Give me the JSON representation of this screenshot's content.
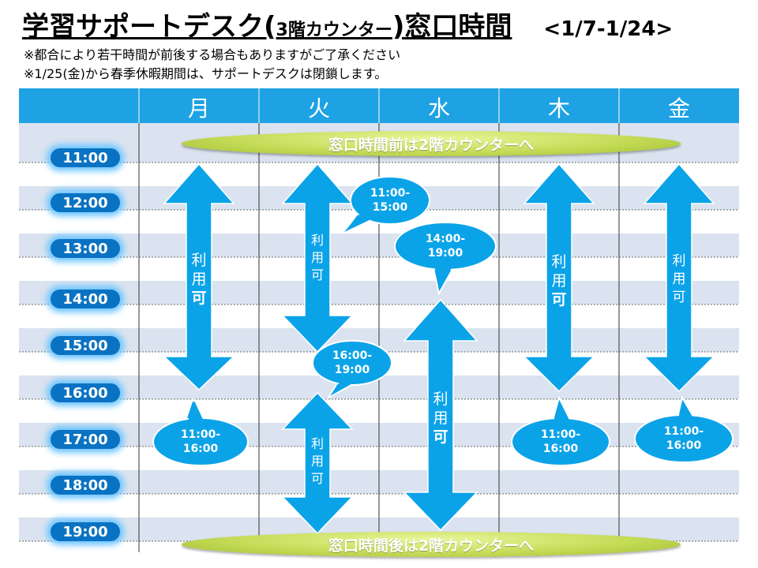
{
  "title": {
    "main": "学習サポートデスク(",
    "floor": "3階カウンター",
    "main_end": ")窓口時間",
    "range": "<1/7-1/24>"
  },
  "notes": [
    "※都合により若干時間が前後する場合もありますがご了承ください",
    "※1/25(金)から春季休暇期間は、サポートデスクは閉鎖します。"
  ],
  "days": [
    "月",
    "火",
    "水",
    "木",
    "金"
  ],
  "times": [
    "11:00",
    "12:00",
    "13:00",
    "14:00",
    "15:00",
    "16:00",
    "17:00",
    "18:00",
    "19:00"
  ],
  "banners": {
    "before": "窓口時間前は2階カウンターへ",
    "after": "窓口時間後は2階カウンターへ"
  },
  "available": {
    "mon": [
      "利",
      "用",
      "可"
    ],
    "tue_am": [
      "利",
      "用",
      "可"
    ],
    "tue_pm": [
      "利",
      "用",
      "可"
    ],
    "wed": [
      "利",
      "用",
      "可"
    ],
    "thu": [
      "利",
      "用",
      "可"
    ],
    "fri": [
      "利",
      "用",
      "可"
    ]
  },
  "bubbles": {
    "mon": [
      "11:00-",
      "16:00"
    ],
    "tue_am": [
      "11:00-",
      "15:00"
    ],
    "tue_pm": [
      "16:00-",
      "19:00"
    ],
    "wed": [
      "14:00-",
      "19:00"
    ],
    "thu": [
      "11:00-",
      "16:00"
    ],
    "fri": [
      "11:00-",
      "16:00"
    ]
  },
  "colors": {
    "header": "#1ea2e3",
    "row_alt": "#dae3ef",
    "arrow": "#0ba3e8",
    "bubble": "#0ba3e8",
    "time_label": "#0a72c2"
  }
}
